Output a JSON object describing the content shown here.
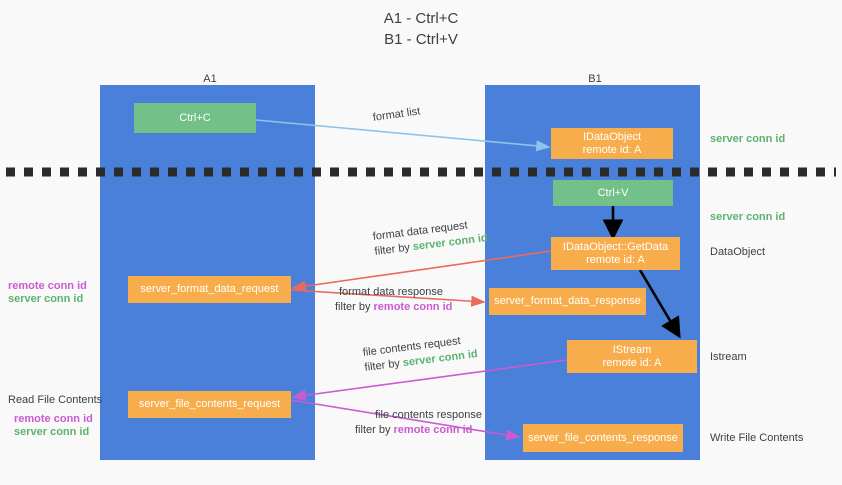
{
  "title": "A1 - Ctrl+C\nB1 - Ctrl+V",
  "columns": [
    {
      "name": "A1",
      "role": "remote"
    },
    {
      "name": "B1",
      "role": "connection"
    }
  ],
  "nodes": {
    "ctrl_c": "Ctrl+C",
    "ctrl_v": "Ctrl+V",
    "idataobject": "IDataObject\nremote id: A",
    "idataobject_getdata": "IDataObject::GetData\nremote id: A",
    "istream": "IStream\nremote id: A",
    "server_format_data_request": "server_format_data_request",
    "server_format_data_response": "server_format_data_response",
    "server_file_contents_request": "server_file_contents_request",
    "server_file_contents_response": "server_file_contents_response"
  },
  "right_labels": [
    {
      "text": "server conn id",
      "style": "green"
    },
    {
      "text": "server conn id",
      "style": "green"
    },
    {
      "text": "DataObject",
      "style": "plain"
    },
    {
      "text": "Istream",
      "style": "plain"
    },
    {
      "text": "Write File Contents",
      "style": "plain"
    }
  ],
  "left_labels": {
    "remote_conn_id": "remote conn id",
    "server_conn_id": "server conn id",
    "read_file_contents": "Read File Contents"
  },
  "flows": {
    "format_list": "format list",
    "format_data_request": "format data request",
    "format_data_request_filter_prefix": "filter by ",
    "format_data_request_filter_key": "server conn id",
    "format_data_response": "format data response",
    "format_data_response_filter_prefix": "filter by ",
    "format_data_response_filter_key": "remote conn id",
    "file_contents_request": "file contents request",
    "file_contents_request_filter_prefix": "filter by ",
    "file_contents_request_filter_key": "server conn id",
    "file_contents_response": "file contents response",
    "file_contents_response_filter_prefix": "filter by ",
    "file_contents_response_filter_key": "remote conn id"
  },
  "colors": {
    "panel": "#4a80da",
    "node_green": "#73c088",
    "node_orange": "#f8ad4c",
    "arrow_light_blue": "#8fc3ea",
    "arrow_red": "#ea6a5c",
    "arrow_magenta": "#cc5ad1",
    "arrow_black": "#000000",
    "text_green": "#5cb270",
    "text_magenta": "#cc5ad1",
    "background": "#f9f9f9"
  }
}
